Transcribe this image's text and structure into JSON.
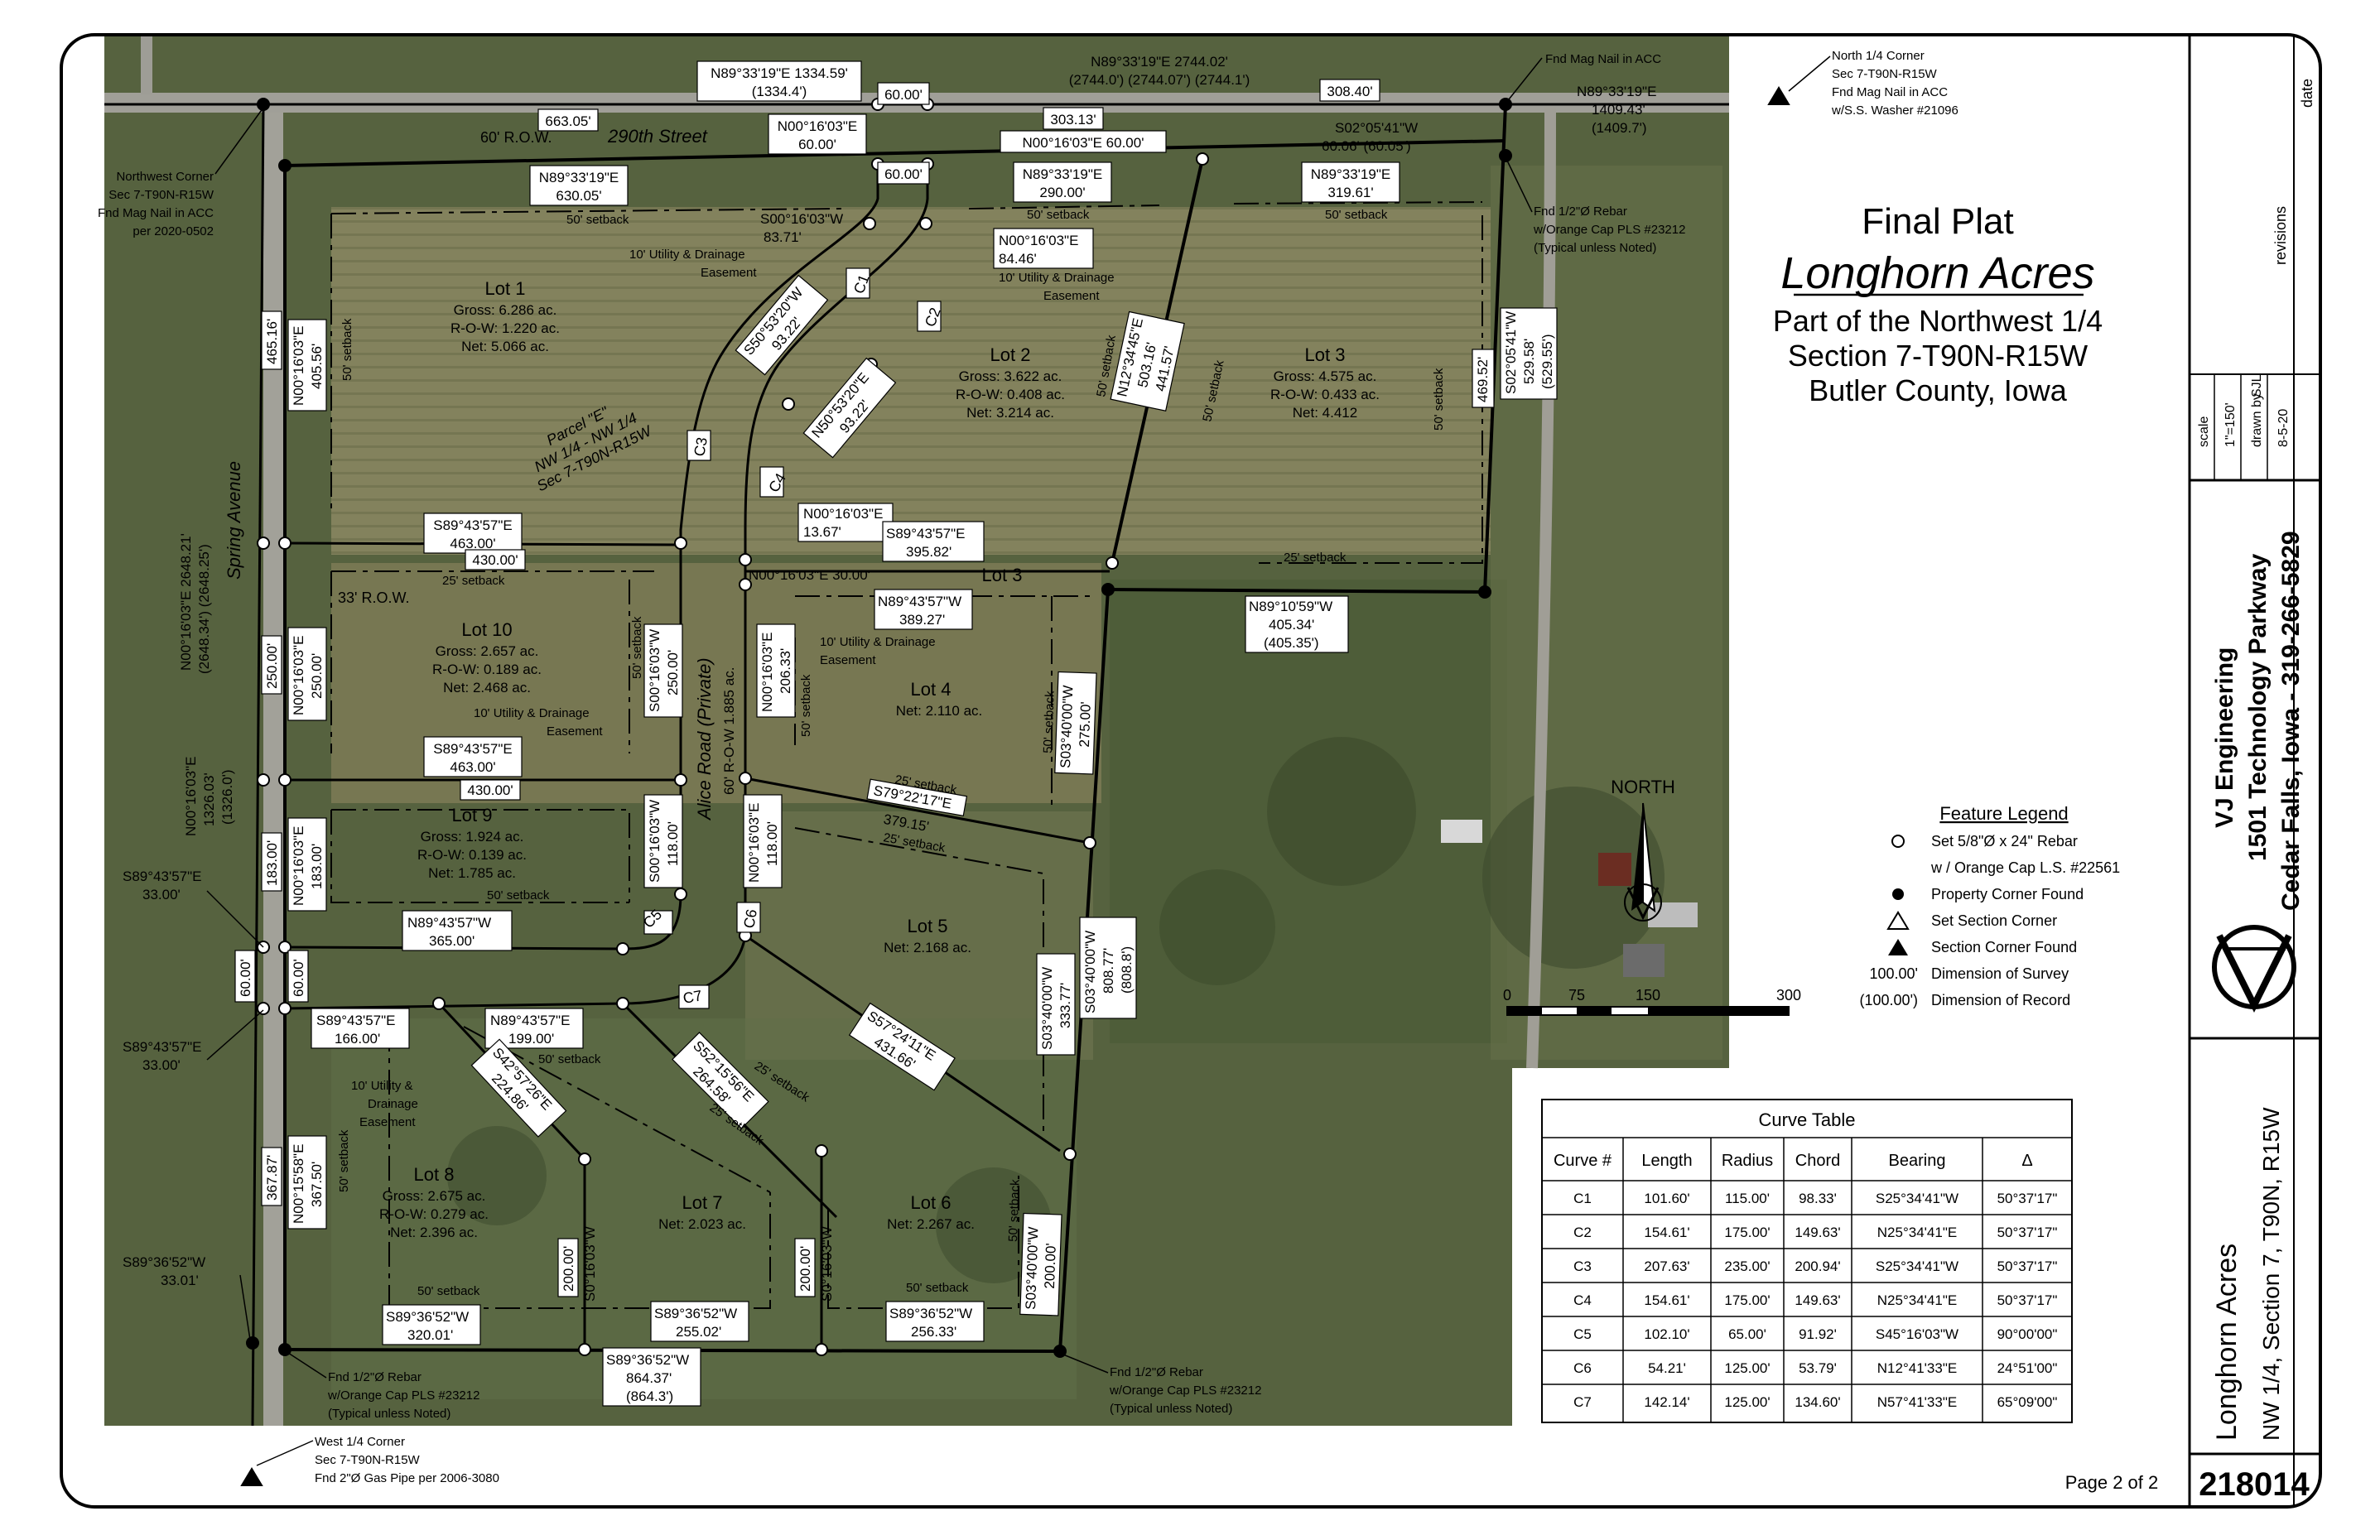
{
  "title_block": {
    "title": "Final Plat",
    "name": "Longhorn Acres",
    "line1": "Part of the Northwest 1/4",
    "line2": "Section 7-T90N-R15W",
    "line3": "Butler County, Iowa"
  },
  "sheet_block": {
    "date_label": "date",
    "revisions_label": "revisions",
    "scale_label": "scale",
    "scale_value": "1\"=150'",
    "drawn_by_label": "drawn by",
    "drawn_by_value": "SJL",
    "date_value": "8-5-20",
    "company": "VJ Engineering",
    "address": "1501 Technology Parkway",
    "city_phone": "Cedar Falls, Iowa  -  319-266-5829",
    "project_name": "Longhorn Acres",
    "project_desc": "NW 1/4, Section 7, T90N, R15W",
    "project_number": "218014",
    "page": "Page 2 of 2"
  },
  "legend": {
    "title": "Feature Legend",
    "items": [
      {
        "symbol": "open-circle",
        "text": "Set 5/8\"Ø x 24\" Rebar"
      },
      {
        "symbol": "none",
        "text": "w / Orange Cap L.S. #22561"
      },
      {
        "symbol": "filled-circle",
        "text": "Property Corner Found"
      },
      {
        "symbol": "open-triangle",
        "text": "Set Section Corner"
      },
      {
        "symbol": "filled-triangle",
        "text": "Section Corner Found"
      },
      {
        "symbol": "value",
        "value": "100.00'",
        "text": "Dimension of Survey"
      },
      {
        "symbol": "value",
        "value": "(100.00')",
        "text": "Dimension of Record"
      }
    ]
  },
  "north_arrow": {
    "label": "NORTH"
  },
  "scale_bar": {
    "ticks": [
      "0",
      "75",
      "150",
      "300"
    ]
  },
  "curve_table": {
    "title": "Curve Table",
    "headers": [
      "Curve #",
      "Length",
      "Radius",
      "Chord",
      "Bearing",
      "Δ"
    ],
    "rows": [
      [
        "C1",
        "101.60'",
        "115.00'",
        "98.33'",
        "S25°34'41\"W",
        "50°37'17\""
      ],
      [
        "C2",
        "154.61'",
        "175.00'",
        "149.63'",
        "N25°34'41\"E",
        "50°37'17\""
      ],
      [
        "C3",
        "207.63'",
        "235.00'",
        "200.94'",
        "S25°34'41\"W",
        "50°37'17\""
      ],
      [
        "C4",
        "154.61'",
        "175.00'",
        "149.63'",
        "N25°34'41\"E",
        "50°37'17\""
      ],
      [
        "C5",
        "102.10'",
        "65.00'",
        "91.92'",
        "S45°16'03\"W",
        "90°00'00\""
      ],
      [
        "C6",
        "54.21'",
        "125.00'",
        "53.79'",
        "N12°41'33\"E",
        "24°51'00\""
      ],
      [
        "C7",
        "142.14'",
        "125.00'",
        "134.60'",
        "N57°41'33\"E",
        "65°09'00\""
      ]
    ]
  },
  "lots": {
    "lot1": {
      "name": "Lot 1",
      "l1": "Gross: 6.286 ac.",
      "l2": "R-O-W: 1.220 ac.",
      "l3": "Net: 5.066 ac."
    },
    "lot2": {
      "name": "Lot 2",
      "l1": "Gross: 3.622 ac.",
      "l2": "R-O-W: 0.408 ac.",
      "l3": "Net: 3.214 ac."
    },
    "lot3": {
      "name": "Lot 3",
      "l1": "Gross: 4.575 ac.",
      "l2": "R-O-W: 0.433 ac.",
      "l3": "Net: 4.412"
    },
    "lot3b": {
      "name": "Lot 3"
    },
    "lot4": {
      "name": "Lot 4",
      "l1": "Net: 2.110 ac."
    },
    "lot5": {
      "name": "Lot 5",
      "l1": "Net: 2.168 ac."
    },
    "lot6": {
      "name": "Lot 6",
      "l1": "Net: 2.267 ac."
    },
    "lot7": {
      "name": "Lot 7",
      "l1": "Net: 2.023 ac."
    },
    "lot8": {
      "name": "Lot 8",
      "l1": "Gross: 2.675 ac.",
      "l2": "R-O-W: 0.279 ac.",
      "l3": "Net: 2.396 ac."
    },
    "lot9": {
      "name": "Lot 9",
      "l1": "Gross: 1.924 ac.",
      "l2": "R-O-W: 0.139 ac.",
      "l3": "Net: 1.785 ac."
    },
    "lot10": {
      "name": "Lot 10",
      "l1": "Gross: 2.657 ac.",
      "l2": "R-O-W: 0.189 ac.",
      "l3": "Net: 2.468 ac."
    }
  },
  "roads": {
    "street_290": "290th Street",
    "row_60": "60' R.O.W.",
    "spring_ave": "Spring Avenue",
    "row_33": "33' R.O.W.",
    "alice_road": "Alice Road (Private)",
    "alice_row": "60' R-O-W 1.885 ac."
  },
  "parcel": {
    "l1": "Parcel \"E\"",
    "l2": "NW 1/4 - NW 1/4",
    "l3": "Sec 7-T90N-R15W"
  },
  "notes": {
    "nw_corner": [
      "Northwest Corner",
      "Sec 7-T90N-R15W",
      "Fnd Mag Nail in ACC",
      "per 2020-0502"
    ],
    "n_quarter": [
      "North 1/4 Corner",
      "Sec 7-T90N-R15W",
      "Fnd Mag Nail in ACC",
      "w/S.S. Washer #21096"
    ],
    "mag_nail": "Fnd Mag Nail in ACC",
    "rebar_ne": [
      "Fnd 1/2\"Ø Rebar",
      "w/Orange Cap PLS #23212",
      "(Typical unless Noted)"
    ],
    "rebar_sw": [
      "Fnd 1/2\"Ø Rebar",
      "w/Orange Cap PLS #23212",
      "(Typical unless Noted)"
    ],
    "rebar_se": [
      "Fnd 1/2\"Ø Rebar",
      "w/Orange Cap PLS #23212",
      "(Typical unless Noted)"
    ],
    "w_quarter": [
      "West 1/4 Corner",
      "Sec 7-T90N-R15W",
      "Fnd 2\"Ø Gas Pipe per 2006-3080"
    ],
    "ude1": [
      "10' Utility & Drainage",
      "Easement"
    ],
    "ude2": [
      "10' Utility & Drainage",
      "Easement"
    ],
    "ude3": [
      "10' Utility & Drainage",
      "Easement"
    ],
    "ude4": [
      "10' Utility & Drainage",
      "Easement"
    ],
    "ude5": [
      "10' Utility &",
      "Drainage",
      "Easement"
    ]
  },
  "setbacks": {
    "s50": "50' setback",
    "s25": "25' setback",
    "s50b": "50' setback"
  },
  "dims": {
    "d1": [
      "N89°33'19\"E 1334.59'",
      "(1334.4')"
    ],
    "d2": [
      "N89°33'19\"E 2744.02'",
      "(2744.0') (2744.07') (2744.1')"
    ],
    "d3": "60.00'",
    "d4": "663.05'",
    "d5": [
      "N00°16'03\"E",
      "60.00'"
    ],
    "d6": "303.13'",
    "d7": "308.40'",
    "d8": [
      "N89°33'19\"E",
      "1409.43'",
      "(1409.7')"
    ],
    "d9": "N00°16'03\"E 60.00'",
    "d10": [
      "S02°05'41\"W",
      "60.06' (60.05')"
    ],
    "d11": "60.00'",
    "d12": [
      "N89°33'19\"E",
      "630.05'"
    ],
    "d13": [
      "N89°33'19\"E",
      "290.00'"
    ],
    "d14": [
      "N89°33'19\"E",
      "319.61'"
    ],
    "d15": [
      "S00°16'03\"W",
      "83.71'"
    ],
    "d16": [
      "N00°16'03\"E",
      "84.46'"
    ],
    "d17": [
      "S50°53'20\"W",
      "93.22'"
    ],
    "d18": [
      "N50°53'20\"E",
      "93.22'"
    ],
    "d19": [
      "N12°34'45\"E",
      "503.16'"
    ],
    "d20": "441.57'",
    "d21": "469.52'",
    "d22": [
      "S02°05'41\"W",
      "529.58'",
      "(529.55')"
    ],
    "d23": "465.16'",
    "d24": [
      "N00°16'03\"E",
      "405.56'"
    ],
    "d25": [
      "N00°16'03\"E 2648.21'",
      "(2648.34') (2648.25')"
    ],
    "d26": [
      "N00°16'03\"E",
      "1326.03'",
      "(1326.0')"
    ],
    "d27": [
      "S89°43'57\"E",
      "463.00'"
    ],
    "d28": "430.00'",
    "d29": [
      "N00°16'03\"E",
      "13.67'"
    ],
    "d30": [
      "S89°43'57\"E",
      "395.82'"
    ],
    "d31": "N00°16'03\"E 30.00'",
    "d32": [
      "N89°10'59\"W",
      "405.34'",
      "(405.35')"
    ],
    "d33": [
      "N89°43'57\"W",
      "389.27'"
    ],
    "d34": [
      "S00°16'03\"W",
      "250.00'"
    ],
    "d35": [
      "N00°16'03\"E",
      "250.00'"
    ],
    "d36": "250.00'",
    "d37": [
      "N00°16'03\"E",
      "206.33'"
    ],
    "d38": [
      "S03°40'00\"W",
      "275.00'"
    ],
    "d39": [
      "S89°43'57\"E",
      "463.00'"
    ],
    "d40": "430.00'",
    "d41": [
      "S79°22'17\"E",
      "379.15'"
    ],
    "d42": "183.00'",
    "d43": [
      "N00°16'03\"E",
      "183.00'"
    ],
    "d44": [
      "S00°16'03\"W",
      "118.00'"
    ],
    "d45": [
      "N00°16'03\"E",
      "118.00'"
    ],
    "d46": [
      "S89°43'57\"E",
      "33.00'"
    ],
    "d47": [
      "N89°43'57\"W",
      "365.00'"
    ],
    "d48": "60.00'",
    "d49": "60.00'",
    "d50": [
      "S89°43'57\"E",
      "33.00'"
    ],
    "d51": [
      "S89°43'57\"E",
      "166.00'"
    ],
    "d52": [
      "N89°43'57\"E",
      "199.00'"
    ],
    "d53": [
      "S42°57'26\"E",
      "224.86'"
    ],
    "d54": [
      "S52°15'56\"E",
      "264.58'"
    ],
    "d55": [
      "S57°24'11\"E",
      "431.66'"
    ],
    "d56": [
      "S03°40'00\"W",
      "333.77'"
    ],
    "d57": [
      "S03°40'00\"W",
      "808.77'",
      "(808.8')"
    ],
    "d58": "367.87'",
    "d59": [
      "N00°15'58\"E",
      "367.50'"
    ],
    "d60": [
      "S89°36'52\"W",
      "33.01'"
    ],
    "d61": [
      "200.00'",
      "S0°16'03\"W"
    ],
    "d62": [
      "200.00'",
      "S0°16'03\"W"
    ],
    "d63": [
      "S03°40'00\"W",
      "200.00'"
    ],
    "d64": [
      "S89°36'52\"W",
      "320.01'"
    ],
    "d65": [
      "S89°36'52\"W",
      "255.02'"
    ],
    "d66": [
      "S89°36'52\"W",
      "256.33'"
    ],
    "d67": [
      "S89°36'52\"W",
      "864.37'",
      "(864.3')"
    ]
  },
  "curves": {
    "c1": "C1",
    "c2": "C2",
    "c3": "C3",
    "c4": "C4",
    "c5": "C5",
    "c6": "C6",
    "c7": "C7"
  },
  "colors": {
    "aerial_base": "#5d6a45",
    "field": "#8e8a62",
    "road": "#9a9a92",
    "line": "#000000"
  }
}
